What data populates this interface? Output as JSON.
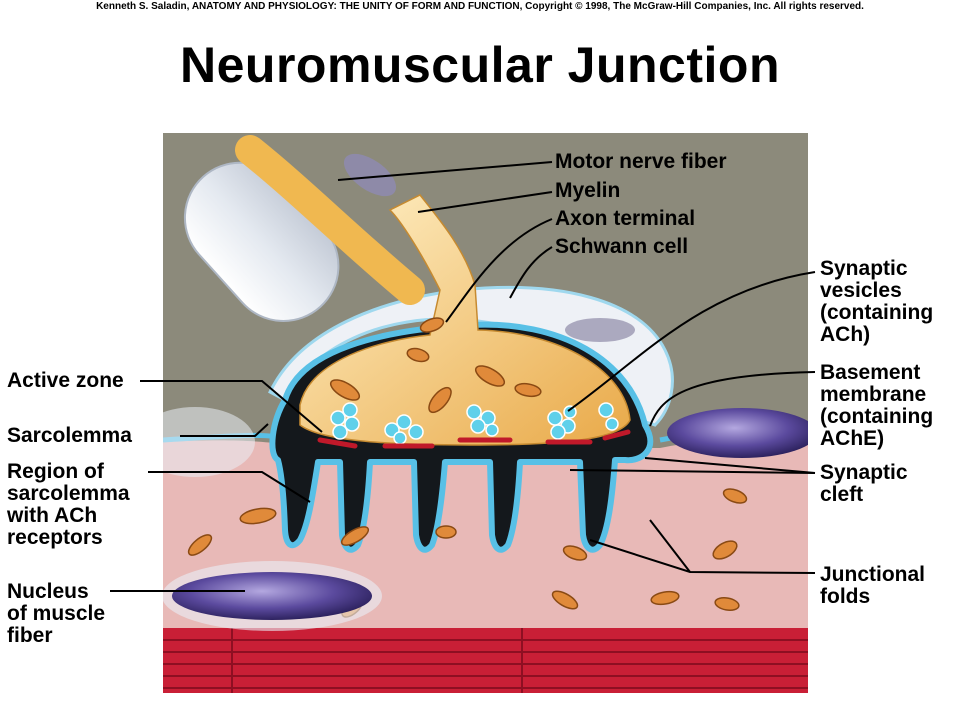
{
  "credit": "Kenneth S. Saladin, ANATOMY AND PHYSIOLOGY: THE UNITY OF FORM AND FUNCTION, Copyright © 1998, The McGraw-Hill Companies, Inc.  All rights reserved.",
  "title": "Neuromuscular Junction",
  "labels": {
    "motor_nerve_fiber": "Motor nerve fiber",
    "myelin": "Myelin",
    "axon_terminal": "Axon terminal",
    "schwann_cell": "Schwann cell",
    "synaptic_vesicles": "Synaptic\nvesicles\n(containing\nACh)",
    "basement_membrane": "Basement\nmembrane\n(containing\nAChE)",
    "synaptic_cleft": "Synaptic\ncleft",
    "junctional_folds": "Junctional\nfolds",
    "active_zone": "Active zone",
    "sarcolemma": "Sarcolemma",
    "region_ach_receptors": "Region of\nsarcolemma\nwith ACh\nreceptors",
    "nucleus": "Nucleus\nof muscle\nfiber"
  },
  "colors": {
    "background_fluid": "#8c8a7b",
    "muscle": "#e8b9b7",
    "myofibril": "#d0243a",
    "axon": "#f4c36a",
    "schwann": "#e8ecf2",
    "cleft": "#14181c",
    "membrane": "#58c0e6",
    "vesicle": "#5fd0ea",
    "mitochondria": "#e08a3a",
    "nucleus": "#5b4a9e"
  }
}
